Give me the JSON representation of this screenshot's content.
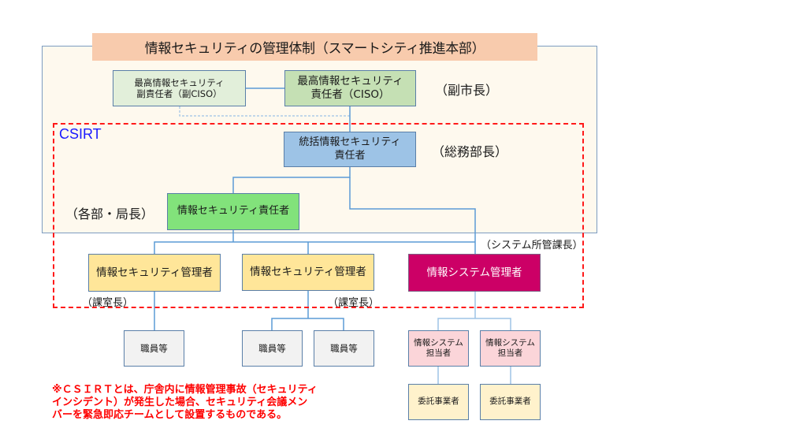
{
  "title": "情報セキュリティの管理体制（スマートシティ推進本部）",
  "csirt_label": "CSIRT",
  "colors": {
    "frame_border": "#7d9cc0",
    "frame_fill": "#fef9ee",
    "csirt_border": "#ff1a1a",
    "csirt_label": "#1a1aff",
    "note_text": "#ff0000",
    "connector": "#5b9bd5"
  },
  "nodes": {
    "deputy_ciso": {
      "line1": "最高情報セキュリティ",
      "line2": "副責任者（副CISO）"
    },
    "ciso": {
      "line1": "最高情報セキュリティ",
      "line2": "責任者（CISO）"
    },
    "supervisor": {
      "line1": "統括情報セキュリティ",
      "line2": "責任者"
    },
    "security_officer": {
      "label": "情報セキュリティ責任者"
    },
    "security_manager_1": {
      "label": "情報セキュリティ管理者"
    },
    "security_manager_2": {
      "label": "情報セキュリティ管理者"
    },
    "system_manager": {
      "label": "情報システム管理者"
    },
    "staff": [
      "職員等",
      "職員等",
      "職員等"
    ],
    "system_staff": [
      {
        "line1": "情報システム",
        "line2": "担当者"
      },
      {
        "line1": "情報システム",
        "line2": "担当者"
      }
    ],
    "contractors": [
      "委託事業者",
      "委託事業者"
    ]
  },
  "ranks": {
    "ciso": "（副市長）",
    "supervisor": "（総務部長）",
    "security_officer": "（各部・局長）",
    "system_manager": "（システム所管課長）",
    "manager_1": "（課室長）",
    "manager_2": "（課室長）"
  },
  "note": {
    "line1": "※ＣＳＩＲＴとは、庁舎内に情報管理事故（セキュリティ",
    "line2": "インシデント）が発生した場合、セキュリティ会議メン",
    "line3": "バーを緊急即応チームとして設置するものである。"
  }
}
